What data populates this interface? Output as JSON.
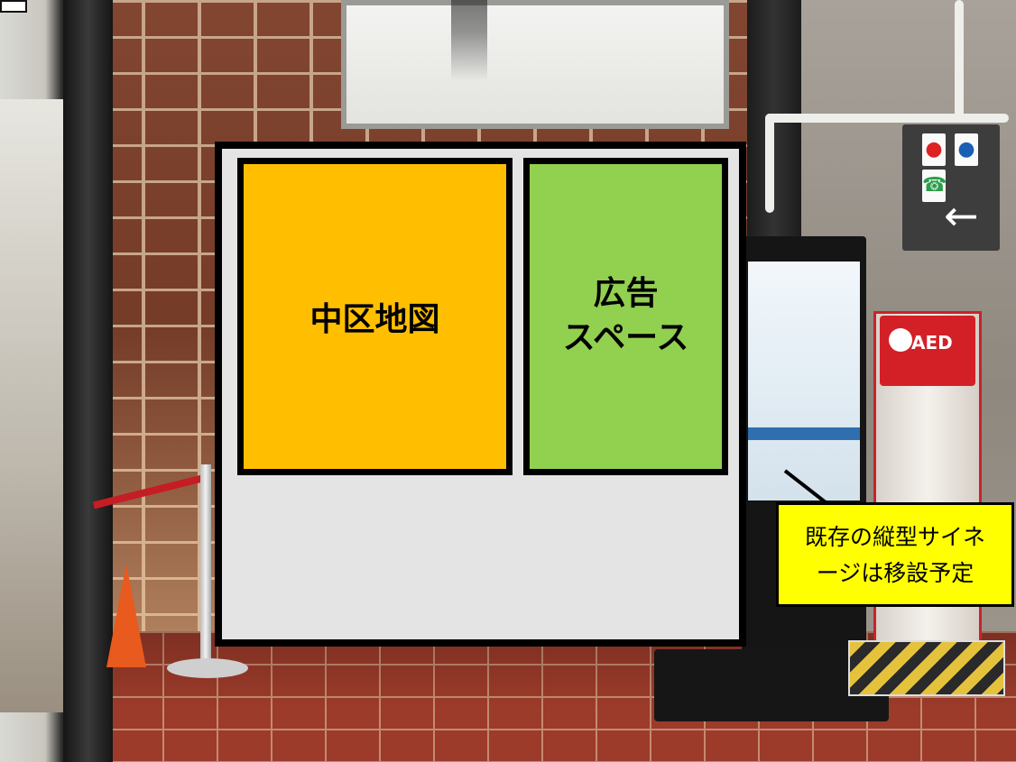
{
  "overlay": {
    "map_panel_label": "中区地図",
    "ad_panel_label": "広告\nスペース",
    "callout_text": "既存の縦型サイネ\nージは移設予定"
  },
  "scene": {
    "aed_label": "AED"
  },
  "colors": {
    "map_panel": "#ffbf00",
    "ad_panel": "#92d050",
    "callout": "#ffff00",
    "board": "#e4e4e4",
    "aed_red": "#d32027"
  },
  "icons": [
    "restroom-female-icon",
    "restroom-male-icon",
    "telephone-icon",
    "arrow-left-icon",
    "aed-heart-icon"
  ]
}
